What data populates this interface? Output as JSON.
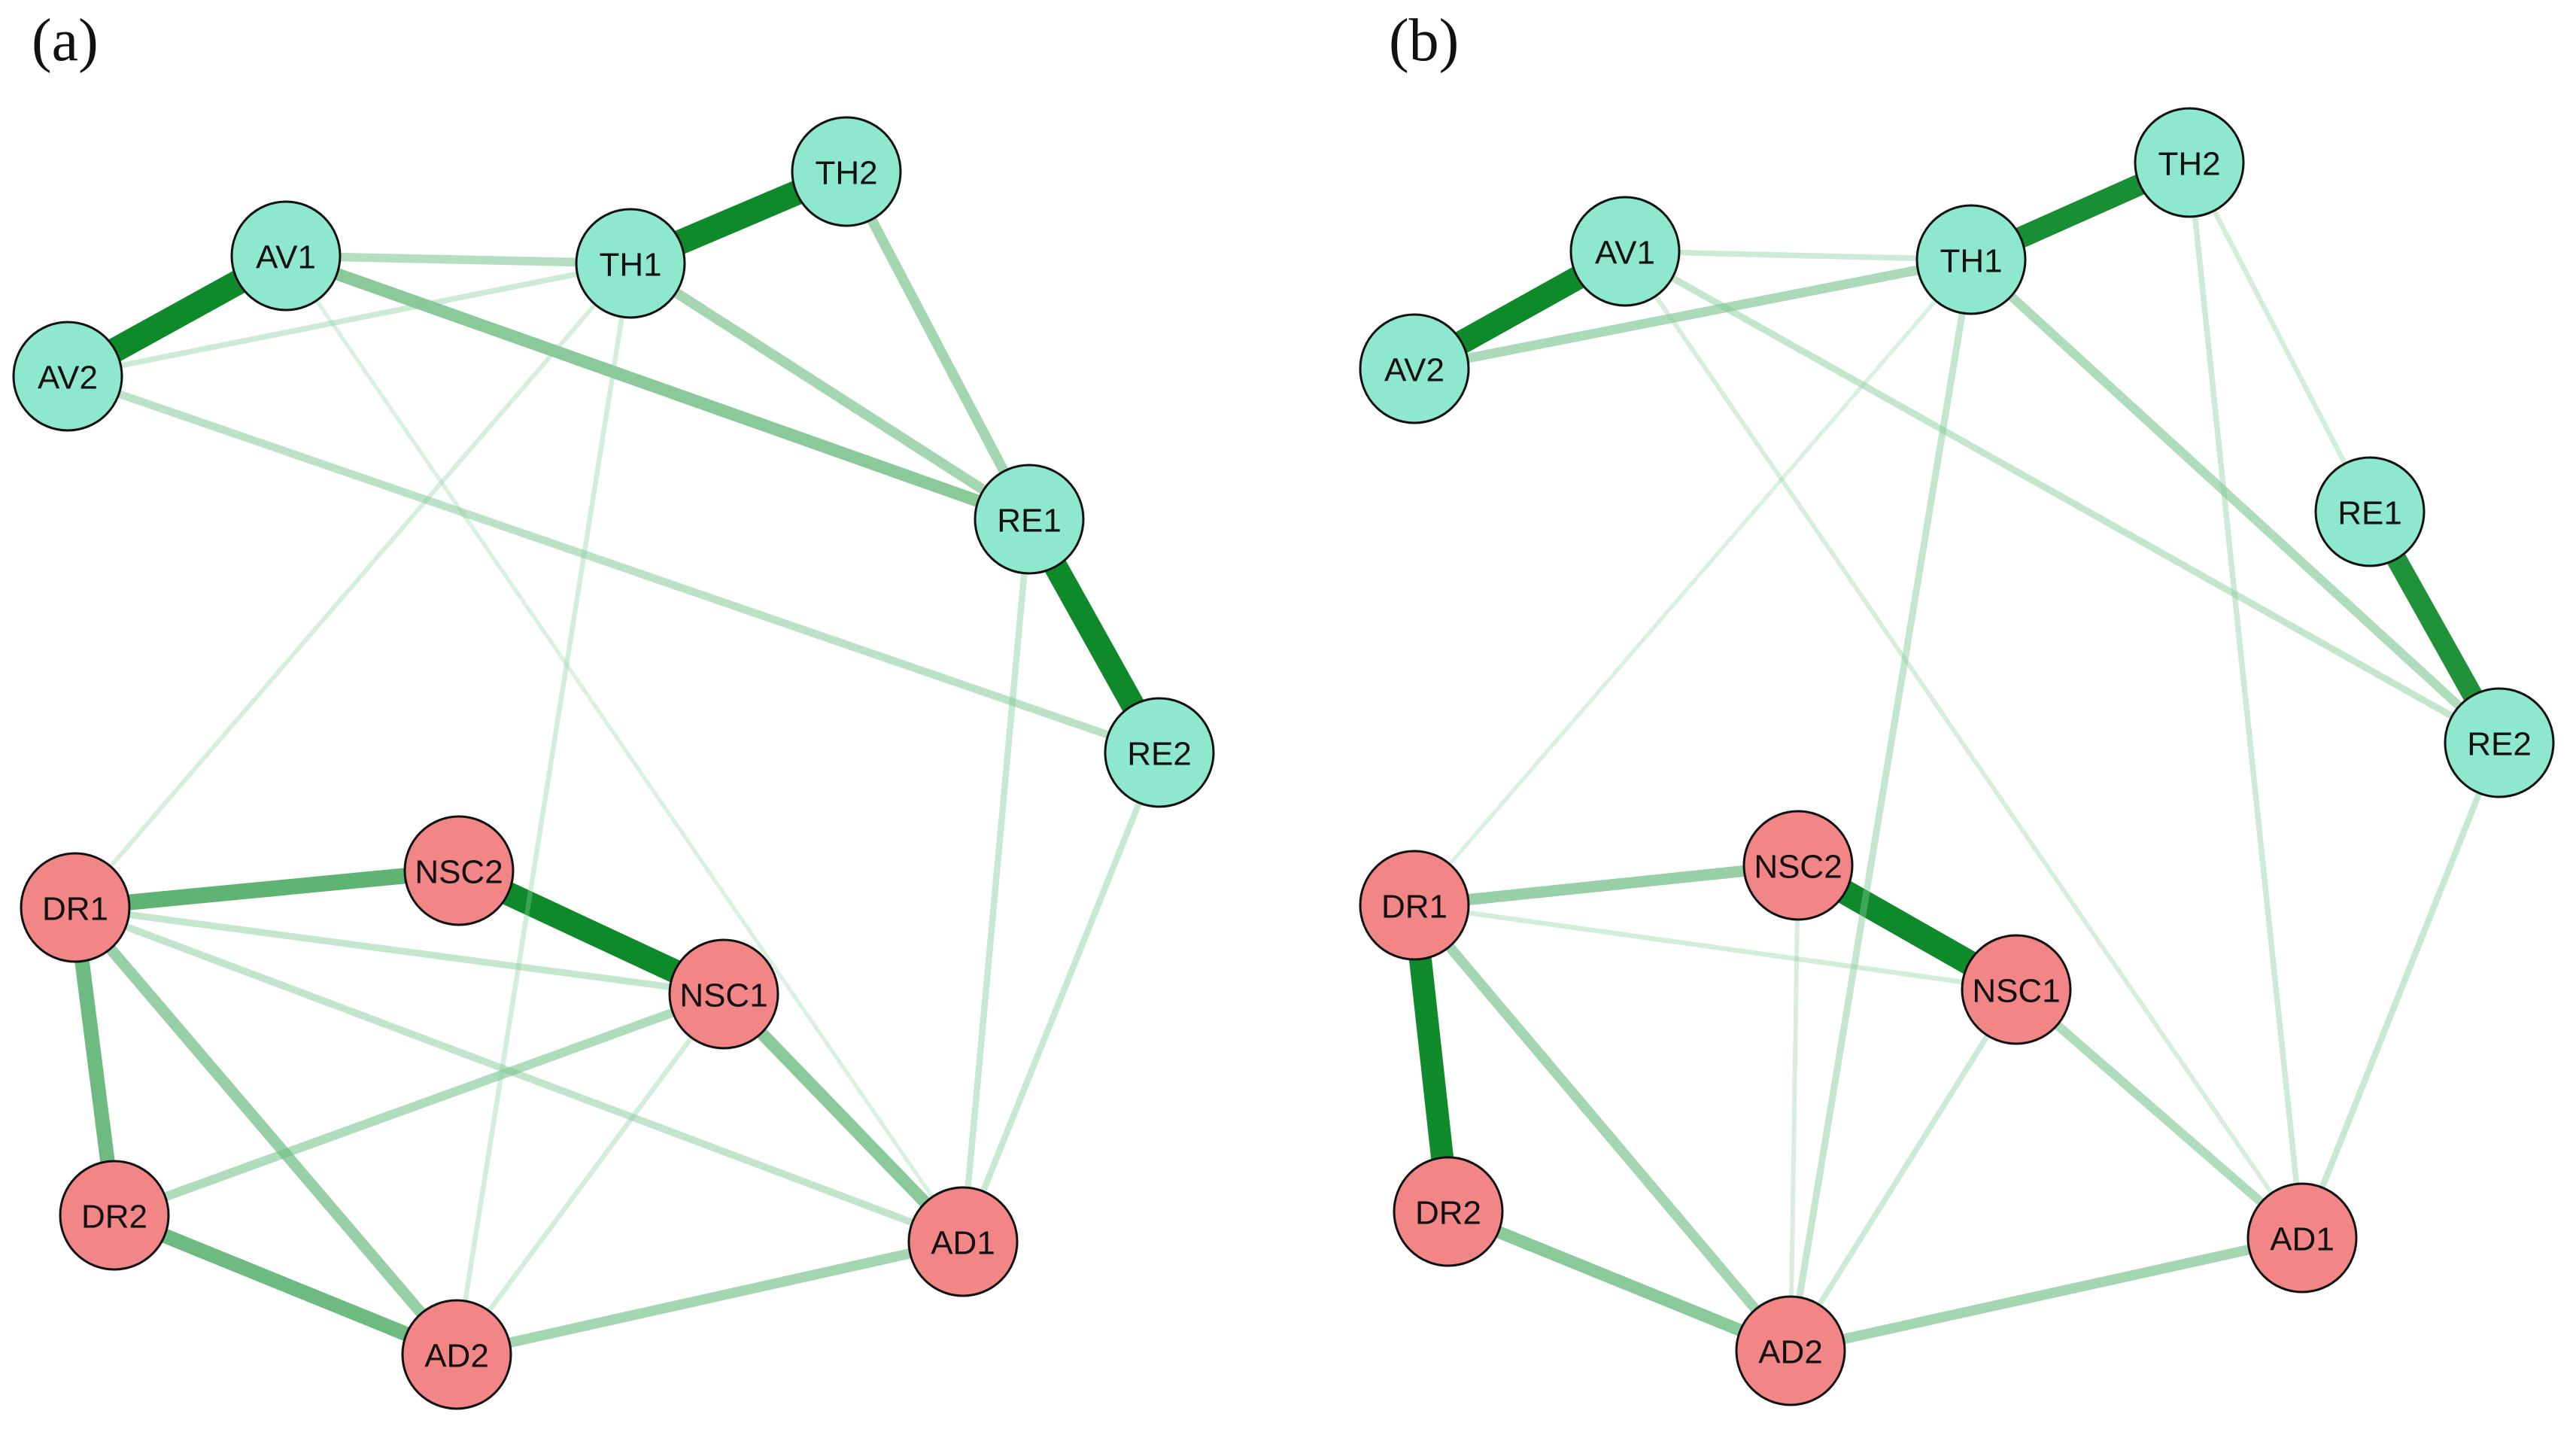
{
  "panels": [
    {
      "label": "(a)",
      "nodes": [
        {
          "id": "AV1",
          "group": "teal"
        },
        {
          "id": "AV2",
          "group": "teal"
        },
        {
          "id": "TH1",
          "group": "teal"
        },
        {
          "id": "TH2",
          "group": "teal"
        },
        {
          "id": "RE1",
          "group": "teal"
        },
        {
          "id": "RE2",
          "group": "teal"
        },
        {
          "id": "DR1",
          "group": "red"
        },
        {
          "id": "DR2",
          "group": "red"
        },
        {
          "id": "NSC2",
          "group": "red"
        },
        {
          "id": "NSC1",
          "group": "red"
        },
        {
          "id": "AD1",
          "group": "red"
        },
        {
          "id": "AD2",
          "group": "red"
        }
      ],
      "edges": [
        {
          "from": "AV1",
          "to": "AV2",
          "w": 1.0
        },
        {
          "from": "TH1",
          "to": "TH2",
          "w": 1.0
        },
        {
          "from": "RE1",
          "to": "RE2",
          "w": 0.95
        },
        {
          "from": "NSC2",
          "to": "NSC1",
          "w": 0.95
        },
        {
          "from": "DR1",
          "to": "NSC2",
          "w": 0.6
        },
        {
          "from": "DR1",
          "to": "DR2",
          "w": 0.55
        },
        {
          "from": "DR2",
          "to": "AD2",
          "w": 0.55
        },
        {
          "from": "AV1",
          "to": "RE1",
          "w": 0.45
        },
        {
          "from": "NSC1",
          "to": "AD1",
          "w": 0.45
        },
        {
          "from": "DR1",
          "to": "AD2",
          "w": 0.4
        },
        {
          "from": "TH2",
          "to": "RE1",
          "w": 0.35
        },
        {
          "from": "TH1",
          "to": "RE1",
          "w": 0.35
        },
        {
          "from": "AD2",
          "to": "AD1",
          "w": 0.35
        },
        {
          "from": "NSC1",
          "to": "DR2",
          "w": 0.3
        },
        {
          "from": "AV1",
          "to": "TH1",
          "w": 0.28
        },
        {
          "from": "AV2",
          "to": "RE2",
          "w": 0.25
        },
        {
          "from": "DR1",
          "to": "AD1",
          "w": 0.22
        },
        {
          "from": "DR1",
          "to": "NSC1",
          "w": 0.2
        },
        {
          "from": "RE2",
          "to": "AD1",
          "w": 0.18
        },
        {
          "from": "RE1",
          "to": "AD1",
          "w": 0.18
        },
        {
          "from": "AV2",
          "to": "TH1",
          "w": 0.15
        },
        {
          "from": "TH1",
          "to": "AD2",
          "w": 0.12
        },
        {
          "from": "TH1",
          "to": "DR1",
          "w": 0.1
        },
        {
          "from": "NSC1",
          "to": "AD2",
          "w": 0.12
        },
        {
          "from": "AV1",
          "to": "AD1",
          "w": 0.08
        }
      ]
    },
    {
      "label": "(b)",
      "nodes": [
        {
          "id": "AV1",
          "group": "teal"
        },
        {
          "id": "AV2",
          "group": "teal"
        },
        {
          "id": "TH1",
          "group": "teal"
        },
        {
          "id": "TH2",
          "group": "teal"
        },
        {
          "id": "RE1",
          "group": "teal"
        },
        {
          "id": "RE2",
          "group": "teal"
        },
        {
          "id": "DR1",
          "group": "red"
        },
        {
          "id": "DR2",
          "group": "red"
        },
        {
          "id": "NSC2",
          "group": "red"
        },
        {
          "id": "NSC1",
          "group": "red"
        },
        {
          "id": "AD1",
          "group": "red"
        },
        {
          "id": "AD2",
          "group": "red"
        }
      ],
      "edges": [
        {
          "from": "NSC2",
          "to": "NSC1",
          "w": 1.0
        },
        {
          "from": "AV1",
          "to": "AV2",
          "w": 0.95
        },
        {
          "from": "DR1",
          "to": "DR2",
          "w": 0.9
        },
        {
          "from": "TH1",
          "to": "TH2",
          "w": 0.85
        },
        {
          "from": "RE1",
          "to": "RE2",
          "w": 0.8
        },
        {
          "from": "DR2",
          "to": "AD2",
          "w": 0.45
        },
        {
          "from": "DR1",
          "to": "NSC2",
          "w": 0.4
        },
        {
          "from": "AD2",
          "to": "AD1",
          "w": 0.35
        },
        {
          "from": "DR1",
          "to": "AD2",
          "w": 0.35
        },
        {
          "from": "AV2",
          "to": "TH1",
          "w": 0.32
        },
        {
          "from": "TH1",
          "to": "RE2",
          "w": 0.3
        },
        {
          "from": "NSC1",
          "to": "AD1",
          "w": 0.3
        },
        {
          "from": "AV1",
          "to": "RE2",
          "w": 0.2
        },
        {
          "from": "AV1",
          "to": "TH1",
          "w": 0.15
        },
        {
          "from": "TH1",
          "to": "AD2",
          "w": 0.2
        },
        {
          "from": "RE2",
          "to": "AD1",
          "w": 0.18
        },
        {
          "from": "TH2",
          "to": "AD1",
          "w": 0.15
        },
        {
          "from": "TH2",
          "to": "RE1",
          "w": 0.12
        },
        {
          "from": "NSC1",
          "to": "AD2",
          "w": 0.15
        },
        {
          "from": "DR1",
          "to": "NSC1",
          "w": 0.12
        },
        {
          "from": "TH1",
          "to": "DR1",
          "w": 0.08
        },
        {
          "from": "AV1",
          "to": "AD1",
          "w": 0.1
        },
        {
          "from": "NSC2",
          "to": "AD2",
          "w": 0.1
        }
      ]
    }
  ],
  "colors": {
    "teal_fill": "#8ee8ce",
    "red_fill": "#f28686",
    "node_stroke": "#111111",
    "edge_strong": "#0f8a2a",
    "edge_weak": "#9ad8ae"
  }
}
